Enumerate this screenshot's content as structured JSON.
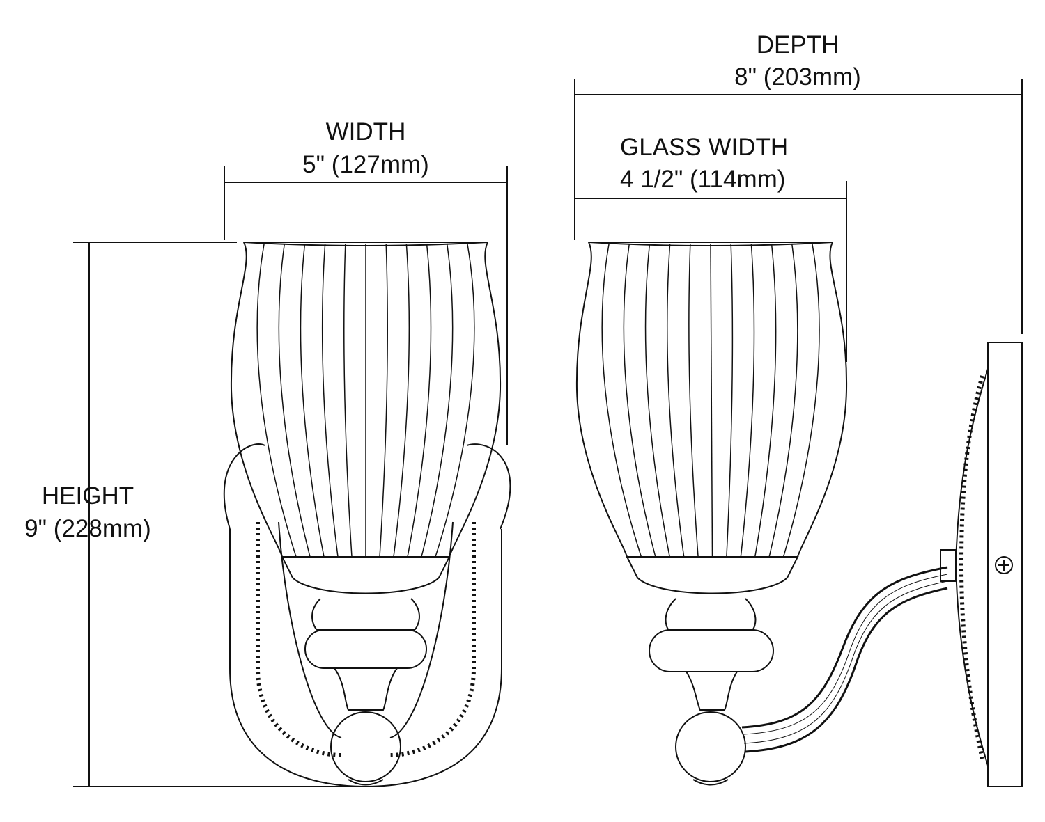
{
  "dimensions": {
    "width": {
      "label": "WIDTH",
      "value": "5\" (127mm)"
    },
    "depth": {
      "label": "DEPTH",
      "value": "8\" (203mm)"
    },
    "glass_width": {
      "label": "GLASS WIDTH",
      "value": "4 1/2\" (114mm)"
    },
    "height": {
      "label": "HEIGHT",
      "value": "9\" (228mm)"
    }
  },
  "colors": {
    "line": "#111111",
    "background": "#ffffff"
  }
}
